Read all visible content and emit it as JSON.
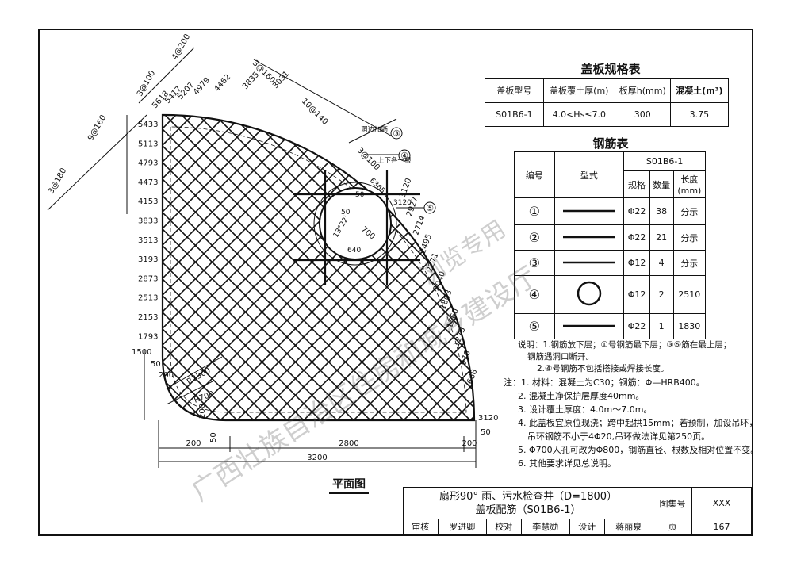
{
  "spec_table": {
    "title": "盖板规格表",
    "headers": [
      "盖板型号",
      "盖板覆土厚(m)",
      "板厚h(mm)",
      "混凝土(m³)"
    ],
    "row": [
      "S01B6-1",
      "4.0<Hs≤7.0",
      "300",
      "3.75"
    ]
  },
  "rebar_table": {
    "title": "钢筋表",
    "col_no": "编号",
    "col_shape": "型式",
    "group": "S01B6-1",
    "col_spec": "规格",
    "col_qty": "数量",
    "col_len": "长度(mm)",
    "rows": [
      {
        "no": "①",
        "spec": "Φ22",
        "qty": "38",
        "len": "分示",
        "shape": "line"
      },
      {
        "no": "②",
        "spec": "Φ22",
        "qty": "21",
        "len": "分示",
        "shape": "line"
      },
      {
        "no": "③",
        "spec": "Φ12",
        "qty": "4",
        "len": "分示",
        "shape": "line"
      },
      {
        "no": "④",
        "spec": "Φ12",
        "qty": "2",
        "len": "2510",
        "shape": "circle"
      },
      {
        "no": "⑤",
        "spec": "Φ22",
        "qty": "1",
        "len": "1830",
        "shape": "line"
      }
    ],
    "notes": [
      "说明：1.钢筋放下层；①号钢筋最下层；③⑤筋在最上层；",
      "钢筋遇洞口断开。",
      "2.④号钢筋不包括搭接或焊接长度。"
    ]
  },
  "notes": [
    "注：1. 材料：混凝土为C30；钢筋：Φ—HRB400。",
    "2. 混凝土净保护层厚度40mm。",
    "3. 设计覆土厚度：4.0m～7.0m。",
    "4. 此盖板宜原位现浇；跨中起拱15mm；若预制，加设吊环，",
    "吊环钢筋不小于4Φ20,吊环做法详见第250页。",
    "5. Φ700人孔可改为Φ800，钢筋直径、根数及相对位置不变。",
    "6. 其他要求详见总说明。"
  ],
  "title_block": {
    "title_line1": "扇形90° 雨、污水检查井（D=1800）",
    "title_line2": "盖板配筋（S01B6-1）",
    "atlas_label": "图集号",
    "atlas_no": "XXX",
    "page_label": "页",
    "page_no": "167",
    "review": "审核",
    "reviewer": "罗进卿",
    "check": "校对",
    "checker": "李慧勋",
    "design": "设计",
    "designer": "蒋丽泉"
  },
  "plan": {
    "label": "平面图",
    "bottom_dims": [
      "200",
      "2800",
      "200",
      "3200"
    ],
    "left_vertical_dims": [
      "1500",
      "50",
      "200",
      "200",
      "50"
    ],
    "radii": [
      "R2300",
      "R700"
    ],
    "left_bar_lengths": [
      "5433",
      "5113",
      "4793",
      "4473",
      "4153",
      "3833",
      "3513",
      "3193",
      "2873",
      "2513",
      "2153",
      "1793"
    ],
    "top_bar_lengths": [
      "5618",
      "5417",
      "5207",
      "4979",
      "4462",
      "3835",
      "3031"
    ],
    "right_bar_lengths": [
      "3120",
      "2927",
      "2714",
      "2495",
      "2271",
      "2040",
      "1803",
      "1560",
      "1273",
      "976",
      "668"
    ],
    "spacing_labels": [
      "3@180",
      "9@160",
      "3@100",
      "4@200",
      "3@160",
      "10@140",
      "3@100"
    ],
    "callouts": [
      {
        "no": "③",
        "text": "洞边加筋"
      },
      {
        "no": "④",
        "text": "上下各一根"
      },
      {
        "no": "⑤",
        "text": ""
      }
    ],
    "hole": {
      "dia": "700",
      "r_label": "50",
      "side": "640",
      "angle": "13°22'",
      "offset": "50",
      "dim_6365": "6365",
      "dim_3120": "3120"
    },
    "right_bottom": "3120",
    "right_bottom_50": "50"
  },
  "watermark": [
    "广西壮族自治区住房和城乡建设厅",
    "浏览专用"
  ]
}
